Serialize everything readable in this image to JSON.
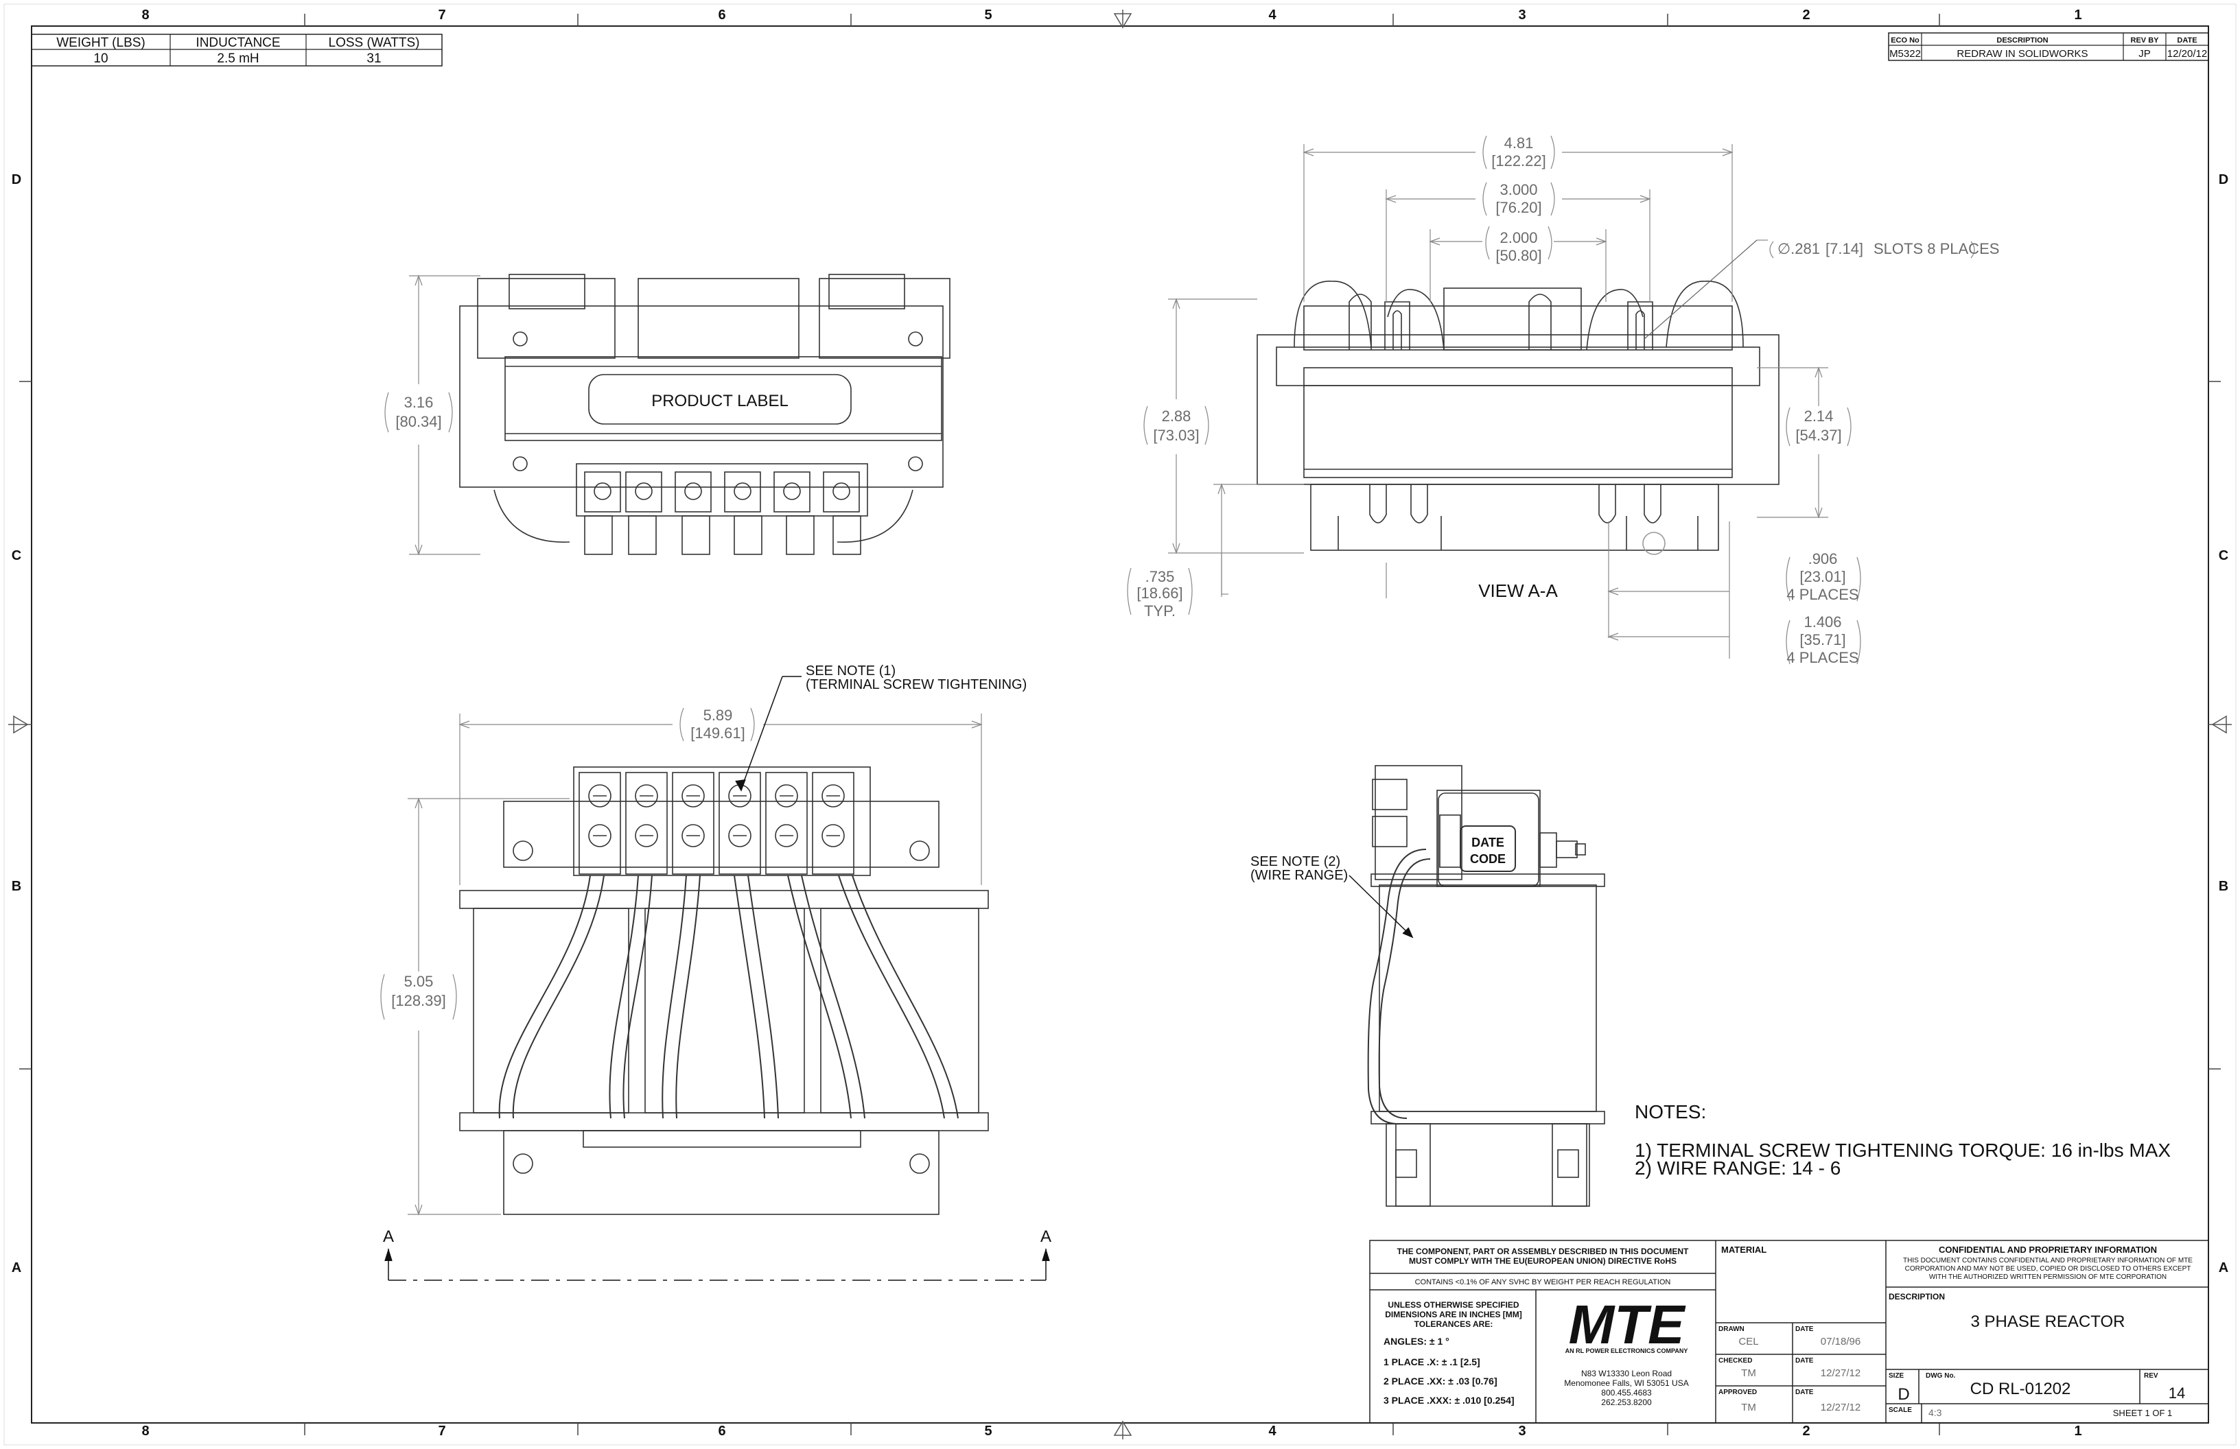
{
  "zones": {
    "columns": [
      "8",
      "7",
      "6",
      "5",
      "4",
      "3",
      "2",
      "1"
    ],
    "rows": [
      "D",
      "C",
      "B",
      "A"
    ]
  },
  "spec_table": {
    "headers": [
      "WEIGHT (LBS)",
      "INDUCTANCE",
      "LOSS (WATTS)"
    ],
    "values": [
      "10",
      "2.5 mH",
      "31"
    ]
  },
  "revision_table": {
    "headers": [
      "ECO No",
      "DESCRIPTION",
      "REV BY",
      "DATE"
    ],
    "row": [
      "M5322",
      "REDRAW IN SOLIDWORKS",
      "JP",
      "12/20/12"
    ]
  },
  "front_view": {
    "label": "PRODUCT LABEL",
    "height": "3.16",
    "height_mm": "[80.34]"
  },
  "section_view": {
    "title": "VIEW A-A",
    "width": "4.81",
    "width_mm": "[122.22]",
    "inner": "3.000",
    "inner_mm": "[76.20]",
    "slot_spacing": "2.000",
    "slot_spacing_mm": "[50.80]",
    "slot_note_a": "∅.281",
    "slot_note_b": "[7.14]",
    "slot_note_c": "SLOTS 8 PLACES",
    "height": "2.88",
    "height_mm": "[73.03]",
    "height_right": "2.14",
    "height_right_mm": "[54.37]",
    "foot": ".735",
    "foot_mm": "[18.66]",
    "foot_typ": "TYP.",
    "slot_a": ".906",
    "slot_a_mm": "[23.01]",
    "slot_a_places": "4 PLACES",
    "slot_b": "1.406",
    "slot_b_mm": "[35.71]",
    "slot_b_places": "4 PLACES"
  },
  "top_view": {
    "width": "5.89",
    "width_mm": "[149.61]",
    "height": "5.05",
    "height_mm": "[128.39]",
    "note1_a": "SEE NOTE (1)",
    "note1_b": "(TERMINAL SCREW TIGHTENING)",
    "section_marker": "A"
  },
  "side_view": {
    "date_code_1": "DATE",
    "date_code_2": "CODE",
    "note2_a": "SEE NOTE (2)",
    "note2_b": "(WIRE RANGE)"
  },
  "notes": {
    "title": "NOTES:",
    "items": [
      "1)  TERMINAL SCREW TIGHTENING TORQUE:  16 in-lbs MAX",
      "2)  WIRE RANGE:  14 - 6"
    ]
  },
  "title_block": {
    "rohs_1": "THE COMPONENT, PART OR ASSEMBLY DESCRIBED IN THIS DOCUMENT",
    "rohs_2": "MUST COMPLY WITH THE EU(EUROPEAN UNION) DIRECTIVE RoHS",
    "svhc": "CONTAINS <0.1% OF ANY SVHC BY WEIGHT PER REACH REGULATION",
    "tol_1": "UNLESS OTHERWISE SPECIFIED",
    "tol_2": "DIMENSIONS ARE IN INCHES [MM]",
    "tol_3": "TOLERANCES ARE:",
    "tol_angles": "ANGLES:  ± 1 °",
    "tol_1place": "1 PLACE .X:  ± .1 [2.5]",
    "tol_2place": "2 PLACE .XX:  ± .03 [0.76]",
    "tol_3place": "3 PLACE .XXX:  ± .010 [0.254]",
    "logo": "MTE",
    "logo_tag": "AN RL POWER ELECTRONICS COMPANY",
    "address": [
      "N83 W13330 Leon Road",
      "Menomonee Falls, WI 53051 USA",
      "800.455.4683",
      "262.253.8200"
    ],
    "material_label": "MATERIAL",
    "drawn_label": "DRAWN",
    "drawn": "CEL",
    "drawn_date": "07/18/96",
    "checked_label": "CHECKED",
    "checked": "TM",
    "checked_date": "12/27/12",
    "approved_label": "APPROVED",
    "approved": "TM",
    "approved_date": "12/27/12",
    "date_label": "DATE",
    "conf_title": "CONFIDENTIAL AND PROPRIETARY INFORMATION",
    "conf_1": "THIS DOCUMENT CONTAINS CONFIDENTIAL AND PROPRIETARY INFORMATION OF MTE",
    "conf_2": "CORPORATION AND MAY NOT BE USED, COPIED OR DISCLOSED TO OTHERS EXCEPT",
    "conf_3": "WITH THE AUTHORIZED WRITTEN PERMISSION OF MTE CORPORATION",
    "description_label": "DESCRIPTION",
    "description": "3 PHASE REACTOR",
    "size_label": "SIZE",
    "size": "D",
    "dwg_label": "DWG No.",
    "dwg": "CD RL-01202",
    "rev_label": "REV",
    "rev": "14",
    "scale_label": "SCALE",
    "scale": "4:3",
    "sheet": "SHEET 1  OF 1"
  }
}
